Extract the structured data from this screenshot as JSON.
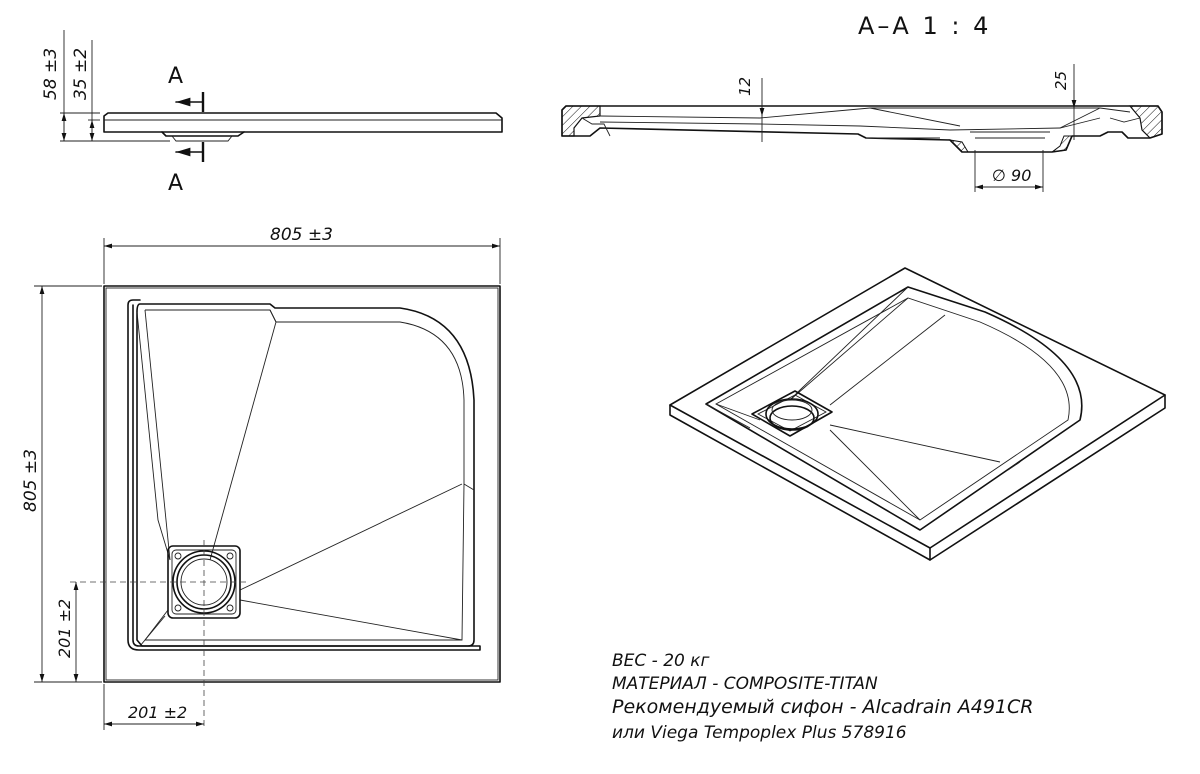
{
  "section_title": "А–А 1 : 4",
  "section_labels": {
    "top": "А",
    "bottom": "А"
  },
  "dims": {
    "side_height_total": "58 ±3",
    "side_height_base": "35 ±2",
    "section_thick_left": "12",
    "section_thick_right": "25",
    "drain_diameter": "∅ 90",
    "plan_width": "805 ±3",
    "plan_height": "805 ±3",
    "drain_offset_y": "201 ±2",
    "drain_offset_x": "201 ±2"
  },
  "notes": {
    "weight": "ВЕС - 20 кг",
    "material": "МАТЕРИАЛ - COMPOSITE-TITAN",
    "siphon": "Рекомендуемый сифон - Alcadrain A491CR",
    "siphon_alt": "или Viega Tempoplex Plus 578916"
  }
}
